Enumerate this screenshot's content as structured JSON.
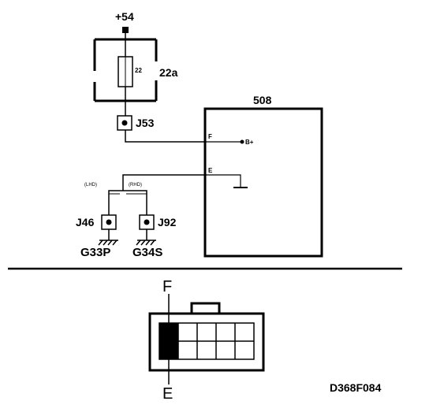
{
  "supply": {
    "label": "+54"
  },
  "fuse": {
    "value": "22",
    "label": "22a"
  },
  "connectors": {
    "j53": "J53",
    "j46": "J46",
    "j92": "J92"
  },
  "grounds": {
    "g33p": "G33P",
    "g34s": "G34S"
  },
  "module": {
    "label": "508",
    "pin_f": "F",
    "pin_e": "E",
    "b_plus": "B+"
  },
  "variants": {
    "lhd": "(LHD)",
    "rhd": "(RHD)"
  },
  "connector_view": {
    "top_pin": "F",
    "bottom_pin": "E"
  },
  "figure_id": "D368F084"
}
